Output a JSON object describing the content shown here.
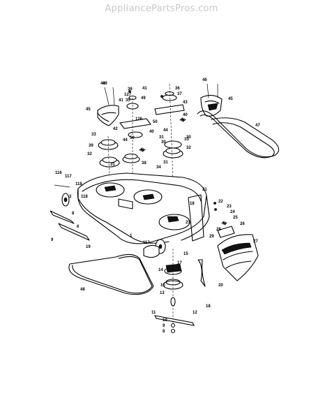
{
  "watermark": "AppliancePartsPros.com",
  "callouts": [
    {
      "id": "c-49a",
      "text": "49"
    },
    {
      "id": "c-36",
      "text": "36"
    },
    {
      "id": "c-127",
      "text": "127"
    },
    {
      "id": "c-35",
      "text": "35"
    },
    {
      "id": "c-41a",
      "text": "41"
    },
    {
      "id": "c-49b",
      "text": "49"
    },
    {
      "id": "c-36b",
      "text": "36"
    },
    {
      "id": "c-37",
      "text": "37"
    },
    {
      "id": "c-43",
      "text": "43"
    },
    {
      "id": "c-45a",
      "text": "45"
    },
    {
      "id": "c-45b",
      "text": "45"
    },
    {
      "id": "c-46a",
      "text": "46"
    },
    {
      "id": "c-46b",
      "text": "46"
    },
    {
      "id": "c-41b",
      "text": "41"
    },
    {
      "id": "c-40a",
      "text": "40"
    },
    {
      "id": "c-47",
      "text": "47"
    },
    {
      "id": "c-126",
      "text": "126"
    },
    {
      "id": "c-42",
      "text": "42"
    },
    {
      "id": "c-50a",
      "text": "50"
    },
    {
      "id": "c-44a",
      "text": "44"
    },
    {
      "id": "c-33a",
      "text": "33"
    },
    {
      "id": "c-50b",
      "text": "50"
    },
    {
      "id": "c-40b",
      "text": "40"
    },
    {
      "id": "c-33b",
      "text": "33"
    },
    {
      "id": "c-31a",
      "text": "31"
    },
    {
      "id": "c-30a",
      "text": "30"
    },
    {
      "id": "c-39",
      "text": "39"
    },
    {
      "id": "c-44b",
      "text": "44"
    },
    {
      "id": "c-30b",
      "text": "30"
    },
    {
      "id": "c-32a",
      "text": "32"
    },
    {
      "id": "c-32b",
      "text": "32"
    },
    {
      "id": "c-31b",
      "text": "31"
    },
    {
      "id": "c-38",
      "text": "38"
    },
    {
      "id": "c-31c",
      "text": "31"
    },
    {
      "id": "c-34",
      "text": "34"
    },
    {
      "id": "c-116",
      "text": "116"
    },
    {
      "id": "c-117a",
      "text": "117"
    },
    {
      "id": "c-118a",
      "text": "118"
    },
    {
      "id": "c-21a",
      "text": "21"
    },
    {
      "id": "c-22",
      "text": "22"
    },
    {
      "id": "c-23",
      "text": "23"
    },
    {
      "id": "c-24",
      "text": "24"
    },
    {
      "id": "c-25",
      "text": "25"
    },
    {
      "id": "c-26",
      "text": "26"
    },
    {
      "id": "c-3",
      "text": "3"
    },
    {
      "id": "c-118b",
      "text": "118"
    },
    {
      "id": "c-18a",
      "text": "18"
    },
    {
      "id": "c-28",
      "text": "28"
    },
    {
      "id": "c-29a",
      "text": "29"
    },
    {
      "id": "c-27",
      "text": "27"
    },
    {
      "id": "c-8",
      "text": "8"
    },
    {
      "id": "c-6",
      "text": "6"
    },
    {
      "id": "c-1",
      "text": "1"
    },
    {
      "id": "c-21b",
      "text": "21"
    },
    {
      "id": "c-9",
      "text": "9"
    },
    {
      "id": "c-117b",
      "text": "117"
    },
    {
      "id": "c-19",
      "text": "19"
    },
    {
      "id": "c-15",
      "text": "15"
    },
    {
      "id": "c-14",
      "text": "14"
    },
    {
      "id": "c-17",
      "text": "17"
    },
    {
      "id": "c-48",
      "text": "48"
    },
    {
      "id": "c-16",
      "text": "16"
    },
    {
      "id": "c-20",
      "text": "20"
    },
    {
      "id": "c-13",
      "text": "13"
    },
    {
      "id": "c-18b",
      "text": "18"
    },
    {
      "id": "c-11",
      "text": "11"
    },
    {
      "id": "c-12",
      "text": "12"
    },
    {
      "id": "c-10",
      "text": "10"
    },
    {
      "id": "c-9b",
      "text": "9"
    },
    {
      "id": "c-8b",
      "text": "8"
    }
  ]
}
